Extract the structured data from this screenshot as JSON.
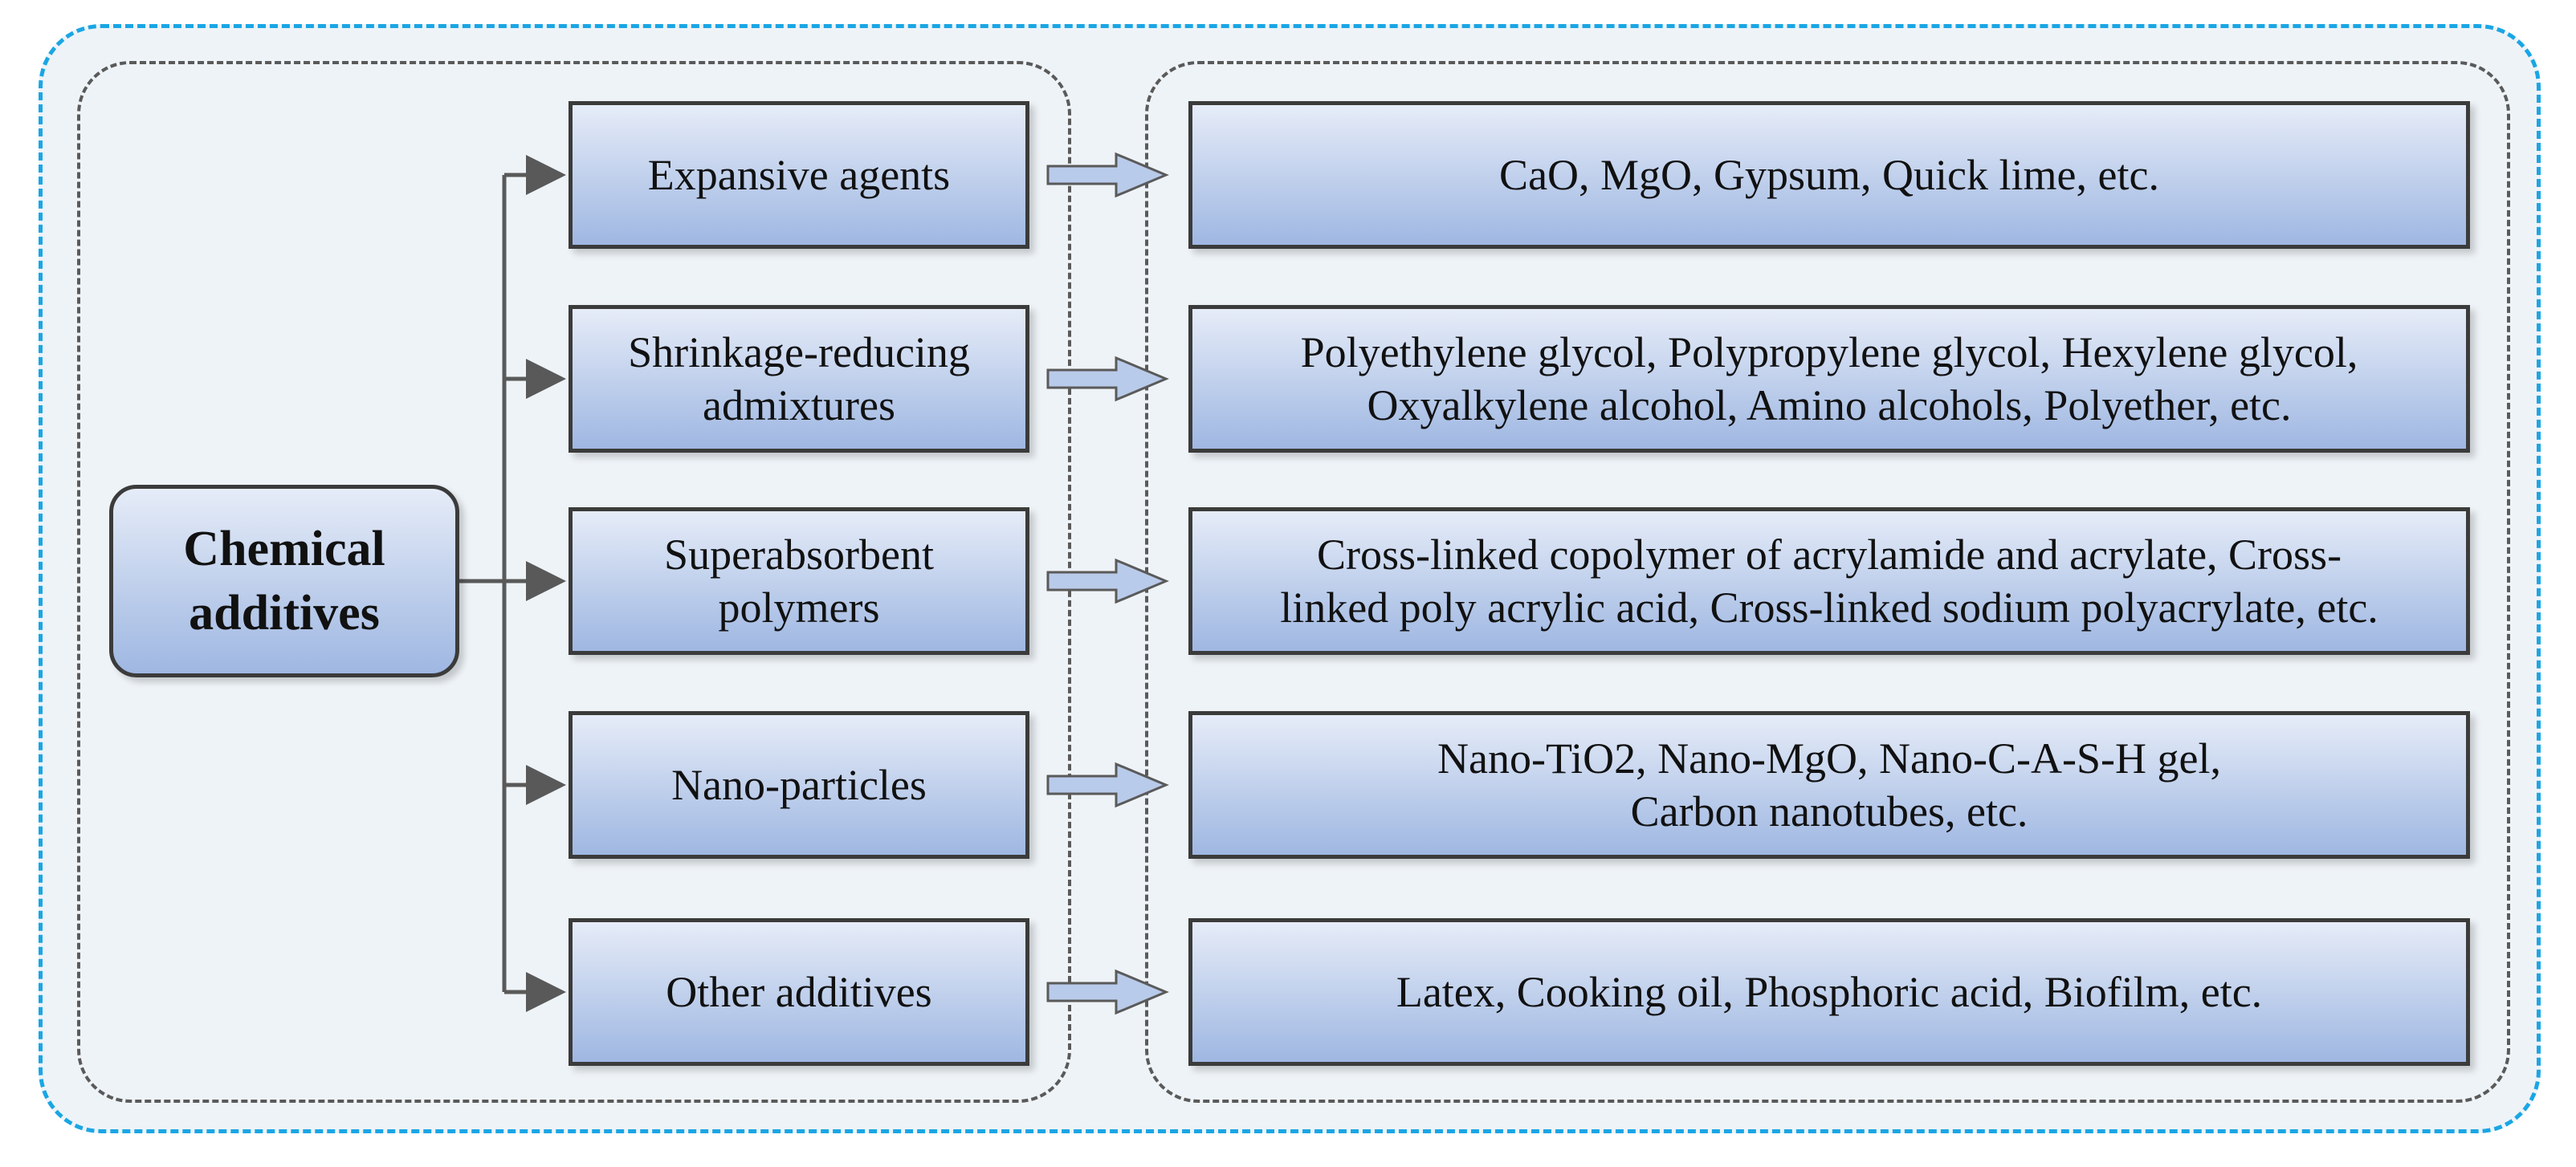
{
  "root": {
    "line1": "Chemical",
    "line2": "additives"
  },
  "categories": [
    {
      "line1": "Expansive agents",
      "line2": ""
    },
    {
      "line1": "Shrinkage-reducing",
      "line2": "admixtures"
    },
    {
      "line1": "Superabsorbent",
      "line2": "polymers"
    },
    {
      "line1": "Nano-particles",
      "line2": ""
    },
    {
      "line1": "Other additives",
      "line2": ""
    }
  ],
  "examples": [
    {
      "line1": "CaO, MgO, Gypsum, Quick lime, etc.",
      "line2": ""
    },
    {
      "line1": "Polyethylene glycol, Polypropylene glycol, Hexylene glycol,",
      "line2": "Oxyalkylene alcohol, Amino alcohols, Polyether, etc."
    },
    {
      "line1": "Cross-linked copolymer of acrylamide and acrylate, Cross-",
      "line2": "linked poly acrylic acid, Cross-linked sodium polyacrylate, etc."
    },
    {
      "line1": "Nano-TiO2, Nano-MgO, Nano-C-A-S-H gel,",
      "line2": "Carbon nanotubes, etc."
    },
    {
      "line1": "Latex, Cooking oil, Phosphoric acid, Biofilm, etc.",
      "line2": ""
    }
  ],
  "colors": {
    "outer_border": "#1aa6e4",
    "group_border": "#5a5a5a",
    "node_fill_top": "#e6ecf8",
    "node_fill_bottom": "#9fb7e2",
    "connector": "#595959"
  }
}
